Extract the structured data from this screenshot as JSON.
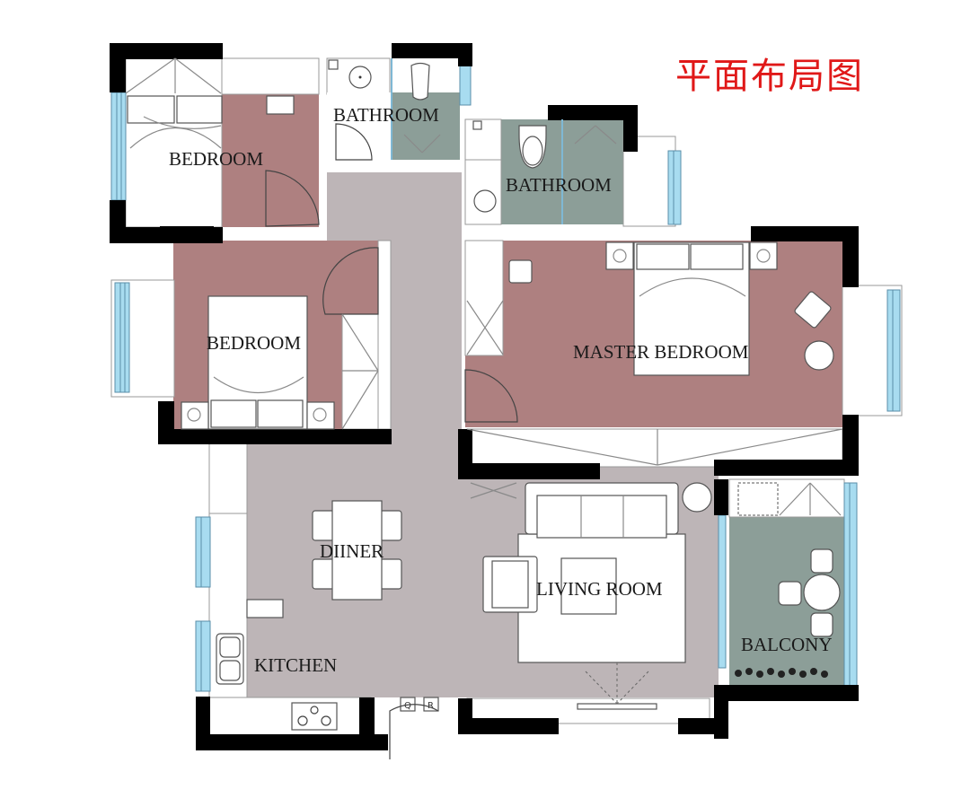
{
  "title": "平面布局图",
  "colors": {
    "title_red": "#e01818",
    "bedroom_floor": "#ae8080",
    "bathroom_floor": "#8c9e98",
    "common_floor": "#bdb5b7",
    "wall": "#000000",
    "window": "#a8dcf0"
  },
  "rooms": {
    "bedroom_1": {
      "label": "BEDROOM"
    },
    "bathroom_1": {
      "label": "BATHROOM"
    },
    "bathroom_2": {
      "label": "BATHROOM"
    },
    "bedroom_2": {
      "label": "BEDROOM"
    },
    "master_bedroom": {
      "label": "MASTER BEDROOM"
    },
    "diner": {
      "label": "DIINER"
    },
    "living_room": {
      "label": "LIVING ROOM"
    },
    "kitchen": {
      "label": "KITCHEN"
    },
    "balcony": {
      "label": "BALCONY"
    }
  },
  "meter_labels": {
    "q": "Q",
    "r": "R"
  }
}
